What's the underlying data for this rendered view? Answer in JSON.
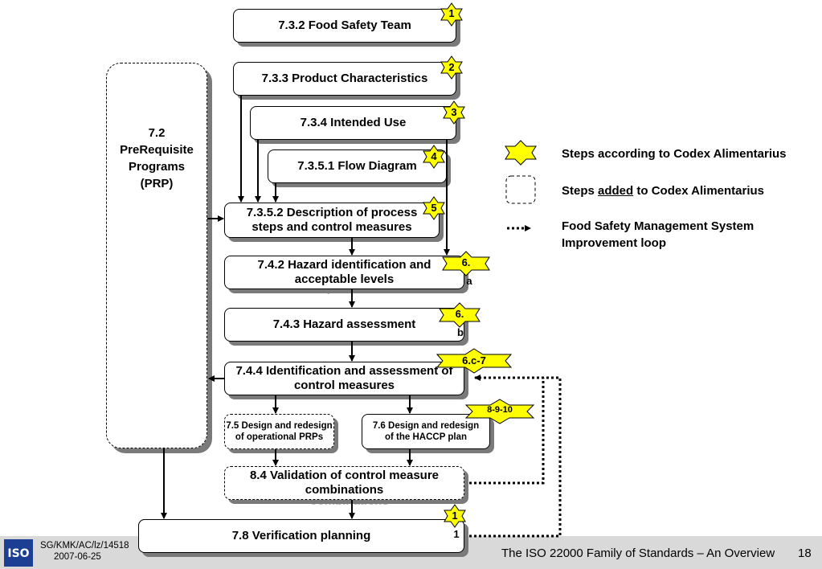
{
  "prp": {
    "number": "7.2",
    "line1": "PreRequisite",
    "line2": "Programs",
    "line3": "(PRP)"
  },
  "boxes": {
    "b732": "7.3.2 Food Safety Team",
    "b733": "7.3.3 Product Characteristics",
    "b734": "7.3.4 Intended Use",
    "b7351": "7.3.5.1 Flow Diagram",
    "b7352_l1": "7.3.5.2 Description of process",
    "b7352_l2": "steps and control measures",
    "b742_l1": "7.4.2 Hazard identification and",
    "b742_l2": "acceptable levels",
    "b743": "7.4.3 Hazard assessment",
    "b744_l1": "7.4.4 Identification and assessment of",
    "b744_l2": "control measures",
    "b75_l1": "7.5 Design and redesign",
    "b75_l2": "of operational PRPs",
    "b76_l1": "7.6 Design and redesign",
    "b76_l2": "of the HACCP plan",
    "b84_l1": "8.4 Validation of control measure",
    "b84_l2": "combinations",
    "b78": "7.8 Verification planning"
  },
  "ghosts": {
    "g7352": "steps and control measures",
    "g742": "acceptable levels",
    "g744": "control measures",
    "g75": "of operational PRPs",
    "g76": "of the HACCP plan",
    "g84": "combinations"
  },
  "badges": {
    "s1": "1",
    "s2": "2",
    "s3": "3",
    "s4": "4",
    "s5": "5",
    "s6a_top": "6.",
    "s6a_bottom": "a",
    "s6b_top": "6.",
    "s6b_bottom": "b",
    "s6c7": "6.c-7",
    "s8910": "8-9-10",
    "s11_top": "1",
    "s11_bottom": "1"
  },
  "legend": {
    "codex": "Steps according to Codex Alimentarius",
    "added_pre": "Steps ",
    "added_word": "added",
    "added_post": " to Codex Alimentarius",
    "loop_l1": "Food Safety Management System",
    "loop_l2": "Improvement loop"
  },
  "footer": {
    "logo": "ISO",
    "code": "SG/KMK/AC/lz/14518",
    "date": "2007-06-25",
    "title": "The ISO 22000 Family of Standards – An Overview",
    "page": "18"
  },
  "colors": {
    "star_fill": "#ffff00",
    "shadow": "#7a7a7a",
    "footer_bg": "#d9d9d9",
    "iso_blue": "#1c3f94"
  }
}
